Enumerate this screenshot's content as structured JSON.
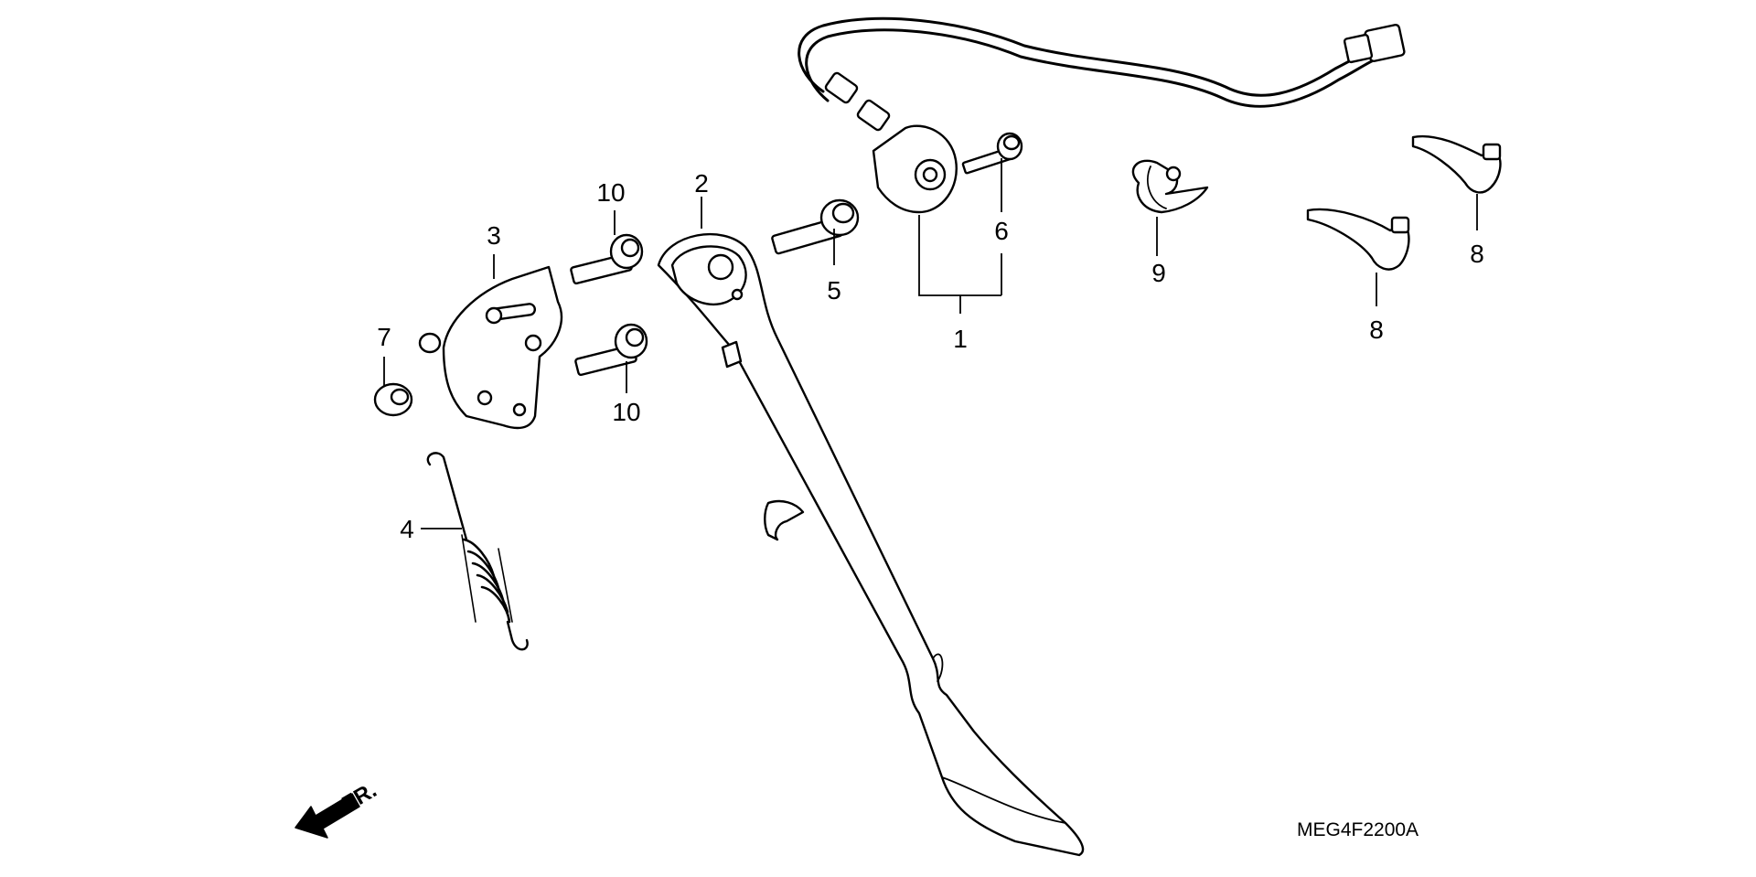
{
  "diagram": {
    "callouts": {
      "c1": "1",
      "c2": "2",
      "c3": "3",
      "c4": "4",
      "c5": "5",
      "c6": "6",
      "c7": "7",
      "c8a": "8",
      "c8b": "8",
      "c9": "9",
      "c10a": "10",
      "c10b": "10"
    },
    "direction_label": "FR.",
    "diagram_code": "MEG4F2200A",
    "icons": {
      "direction": "arrow-left-down-icon"
    },
    "colors": {
      "line": "#000000",
      "background": "#ffffff"
    }
  }
}
